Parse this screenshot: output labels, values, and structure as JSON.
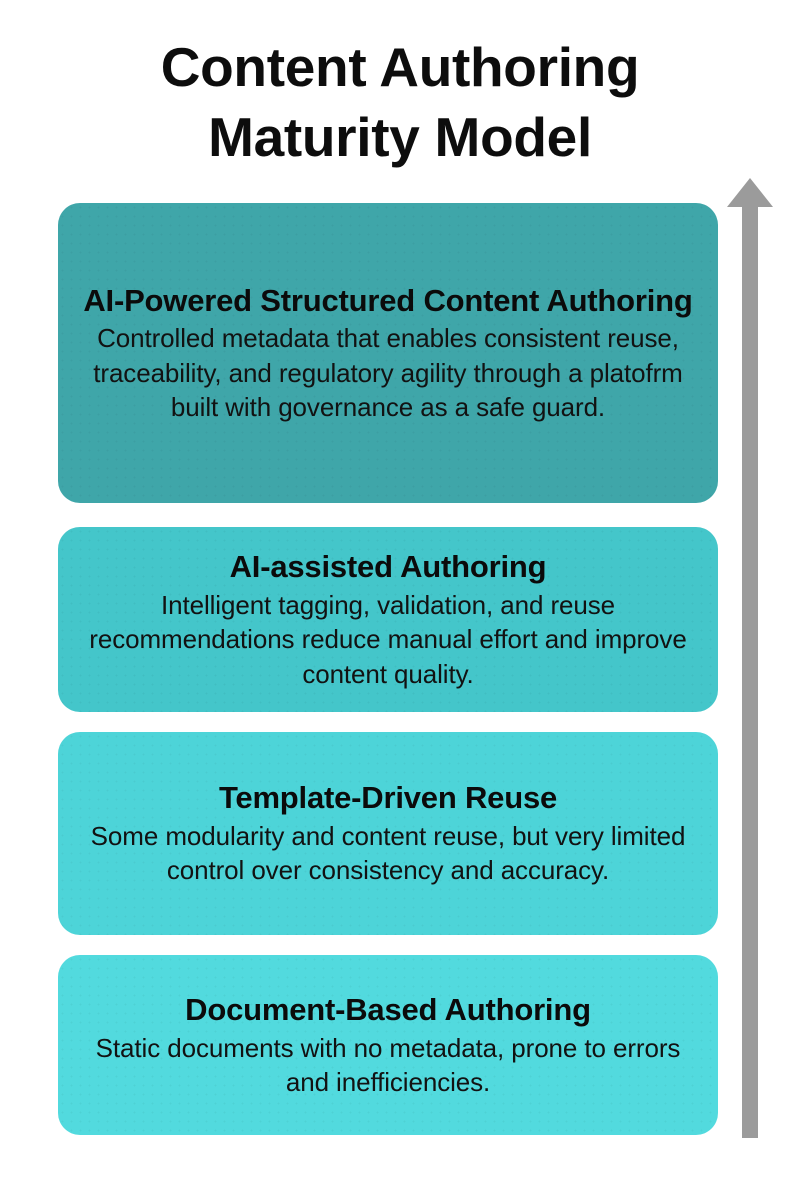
{
  "title": {
    "line1": "Content Authoring",
    "line2": "Maturity Model"
  },
  "colors": {
    "background": "#ffffff",
    "text": "#0d0d0d",
    "arrow": "#9b9b9b",
    "tier_top": "#3fa6a9",
    "tier_2": "#44c6ca",
    "tier_3": "#4dd4d8",
    "tier_bottom": "#52dade"
  },
  "arrow": {
    "icon": "arrow-up-icon",
    "direction": "up",
    "meaning": "increasing maturity"
  },
  "tiers": [
    {
      "level": 4,
      "title": "AI-Powered Structured Content Authoring",
      "description": "Controlled metadata that enables consistent reuse, traceability, and regulatory agility through a platofrm built with governance as a safe guard.",
      "color": "#3fa6a9"
    },
    {
      "level": 3,
      "title": "AI-assisted Authoring",
      "description": "Intelligent tagging, validation, and reuse recommendations reduce manual effort and improve content quality.",
      "color": "#44c6ca"
    },
    {
      "level": 2,
      "title": "Template-Driven Reuse",
      "description": "Some modularity and content reuse, but very limited control over consistency and accuracy.",
      "color": "#4dd4d8"
    },
    {
      "level": 1,
      "title": "Document-Based Authoring",
      "description": "Static documents with no metadata, prone to errors and inefficiencies.",
      "color": "#52dade"
    }
  ]
}
